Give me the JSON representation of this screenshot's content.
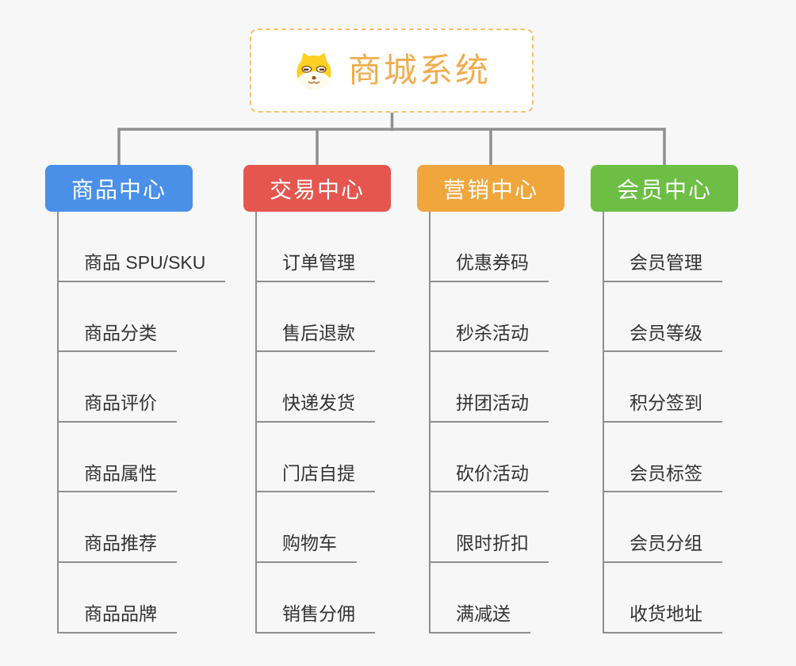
{
  "page": {
    "background_color": "#f7f7f7",
    "connector_color": "#8f8f8f"
  },
  "root": {
    "title": "商城系统",
    "icon": "dog-face-icon",
    "text_color": "#f0ad4e",
    "border_color": "#f3c171"
  },
  "branches": [
    {
      "label": "商品中心",
      "color": "#4a90e8",
      "children": [
        "商品 SPU/SKU",
        "商品分类",
        "商品评价",
        "商品属性",
        "商品推荐",
        "商品品牌"
      ]
    },
    {
      "label": "交易中心",
      "color": "#e4564f",
      "children": [
        "订单管理",
        "售后退款",
        "快递发货",
        "门店自提",
        "购物车",
        "销售分佣"
      ]
    },
    {
      "label": "营销中心",
      "color": "#efa63d",
      "children": [
        "优惠券码",
        "秒杀活动",
        "拼团活动",
        "砍价活动",
        "限时折扣",
        "满减送"
      ]
    },
    {
      "label": "会员中心",
      "color": "#6ebe45",
      "children": [
        "会员管理",
        "会员等级",
        "积分签到",
        "会员标签",
        "会员分组",
        "收货地址"
      ]
    }
  ]
}
